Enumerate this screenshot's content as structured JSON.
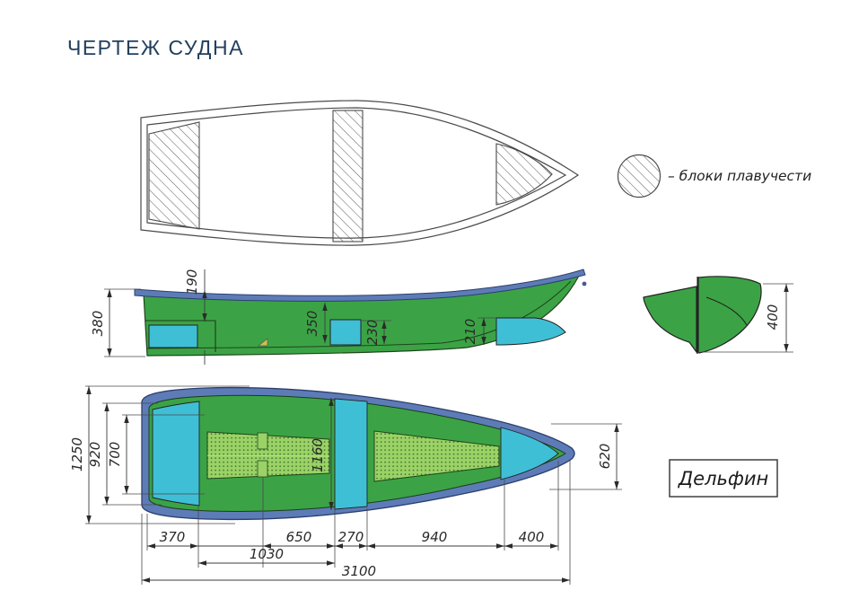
{
  "title": "ЧЕРТЕЖ СУДНА",
  "legend": {
    "label": "– блоки плавучести"
  },
  "model": {
    "name": "Дельфин"
  },
  "colors": {
    "title_text": "#23405e",
    "hull_green": "#3ba345",
    "seat_teal": "#3fbfd6",
    "gunwale_blue": "#5d7cb7",
    "floor_green": "#9ad266",
    "floor_dot": "#47772f",
    "keel_plug_yellow": "#c9c24e",
    "drawing_line": "#4a4a4a"
  },
  "dims": {
    "side": {
      "transom_height": "380",
      "gunwale_to_stern_seat": "190",
      "mid_depth": "350",
      "mid_seat_height": "230",
      "bow_seat_height": "210"
    },
    "section": {
      "height": "400"
    },
    "plan": {
      "beam_overall": "1250",
      "beam_inner": "920",
      "stern_seat_width": "700",
      "cockpit_width": "1160",
      "bow_width": "620",
      "stern_seat_len": "370",
      "floor_to_thwart": "650",
      "thwart_width": "270",
      "thwart_to_bow_seat": "940",
      "bow_seat_len": "400",
      "stern_to_thwart": "1030",
      "length_overall": "3100"
    }
  }
}
